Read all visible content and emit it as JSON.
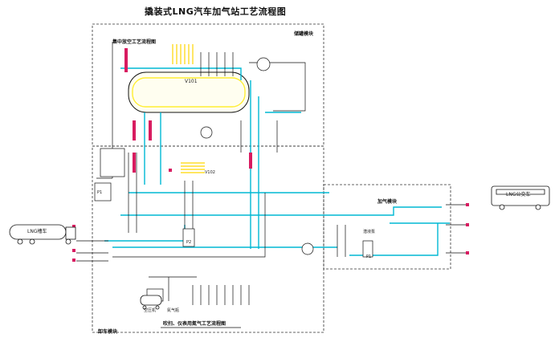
{
  "title": "撬装式LNG汽车加气站工艺流程图",
  "modules": {
    "storage": "储罐模块",
    "unloading": "卸车模块",
    "dispensing": "加气模块",
    "bog_flow": "集中放空工艺流程图",
    "purge_flow": "吹扫、仪表用氮气工艺流程图"
  },
  "vehicles": {
    "tanker": "LNG槽车",
    "bus": "LNG公交车"
  },
  "components": {
    "tank": "V101",
    "tank2": "V102",
    "pump": "P1",
    "pump_a": "P1",
    "pump_b": "P2",
    "compressor": "空压机",
    "nitrogen": "氮气瓶",
    "sump": "潜液泵"
  },
  "colors": {
    "line": "#111111",
    "pipe": "#00b8d4",
    "accent": "#d81b60",
    "highlight": "#ffee33"
  }
}
